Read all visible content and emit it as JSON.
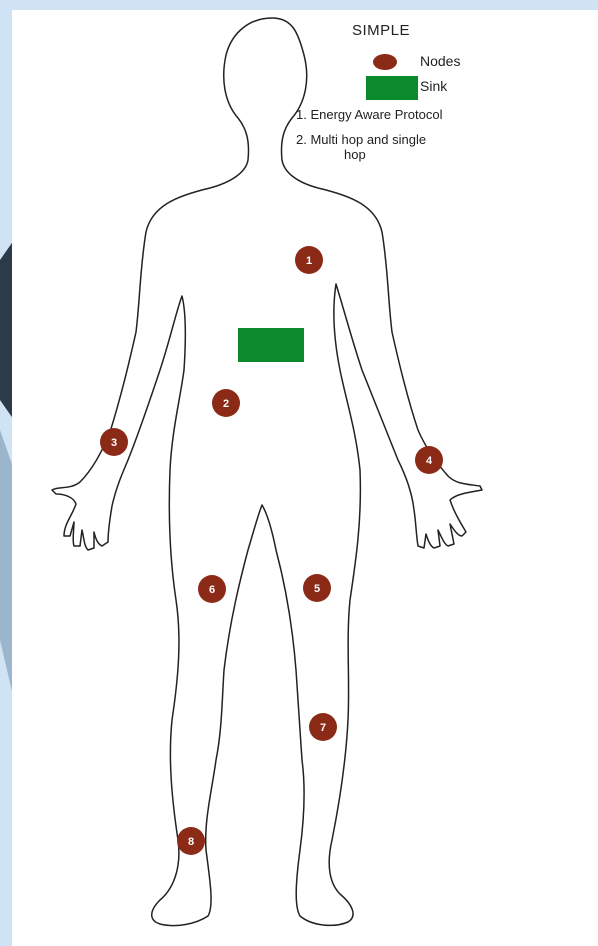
{
  "legend": {
    "title": "SIMPLE",
    "nodes_label": "Nodes",
    "sink_label": "Sink",
    "item1": "1. Energy Aware Protocol",
    "item2_line1": "2. Multi hop and single",
    "item2_line2": "hop"
  },
  "colors": {
    "node": "#8b2a16",
    "sink": "#0a8a2a",
    "outline": "#222222",
    "background": "#cfe3f4"
  },
  "nodes": [
    {
      "id": "1",
      "label": "1"
    },
    {
      "id": "2",
      "label": "2"
    },
    {
      "id": "3",
      "label": "3"
    },
    {
      "id": "4",
      "label": "4"
    },
    {
      "id": "5",
      "label": "5"
    },
    {
      "id": "6",
      "label": "6"
    },
    {
      "id": "7",
      "label": "7"
    },
    {
      "id": "8",
      "label": "8"
    }
  ]
}
